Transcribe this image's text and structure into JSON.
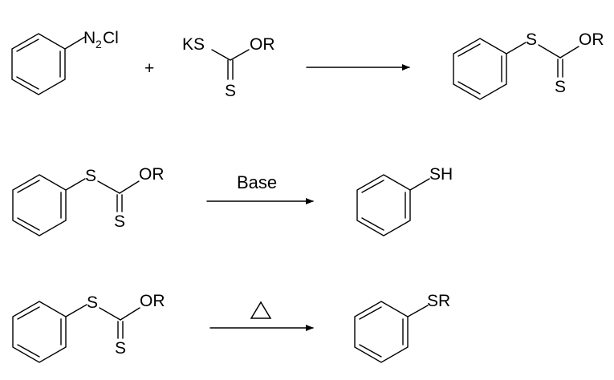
{
  "reactions": [
    {
      "reactant1": {
        "n_label": "N",
        "n_subscript": "2",
        "cl_label": "Cl"
      },
      "plus": "+",
      "reactant2": {
        "ks_label": "KS",
        "or_label": "OR",
        "s_label": "S"
      },
      "product": {
        "s_label": "S",
        "or_label": "OR",
        "s2_label": "S"
      }
    },
    {
      "reactant": {
        "s_label": "S",
        "or_label": "OR",
        "s2_label": "S"
      },
      "condition": "Base",
      "product": {
        "sh_label": "SH"
      }
    },
    {
      "reactant": {
        "s_label": "S",
        "or_label": "OR",
        "s2_label": "S"
      },
      "condition": "triangle-symbol",
      "product": {
        "sr_label": "SR"
      }
    }
  ]
}
